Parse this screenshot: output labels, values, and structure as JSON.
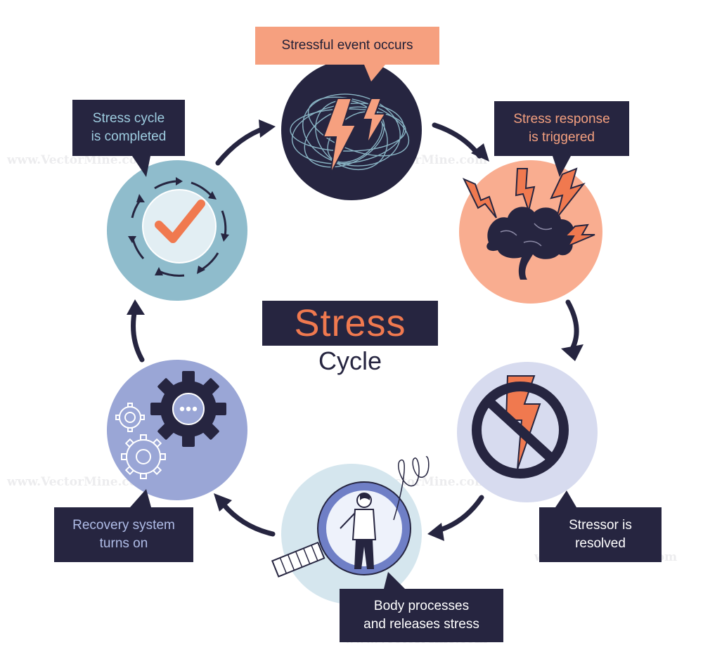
{
  "title": {
    "main": "Stress",
    "sub": "Cycle"
  },
  "steps": [
    {
      "id": "event",
      "label": "Stressful event occurs"
    },
    {
      "id": "response",
      "label": "Stress response\nis triggered"
    },
    {
      "id": "resolved",
      "label": "Stressor is\nresolved"
    },
    {
      "id": "body",
      "label": "Body processes\nand releases stress"
    },
    {
      "id": "recovery",
      "label": "Recovery system\nturns on"
    },
    {
      "id": "completed",
      "label": "Stress cycle\nis completed"
    }
  ],
  "watermark": "www.VectorMine.com",
  "colors": {
    "navy": "#262540",
    "peach": "#f6a07f",
    "orange": "#f0794f",
    "light_blue": "#8fbccc",
    "lavender": "#d7dbef",
    "periwinkle": "#9aa6d6",
    "pale_blue": "#d5e6ee"
  }
}
